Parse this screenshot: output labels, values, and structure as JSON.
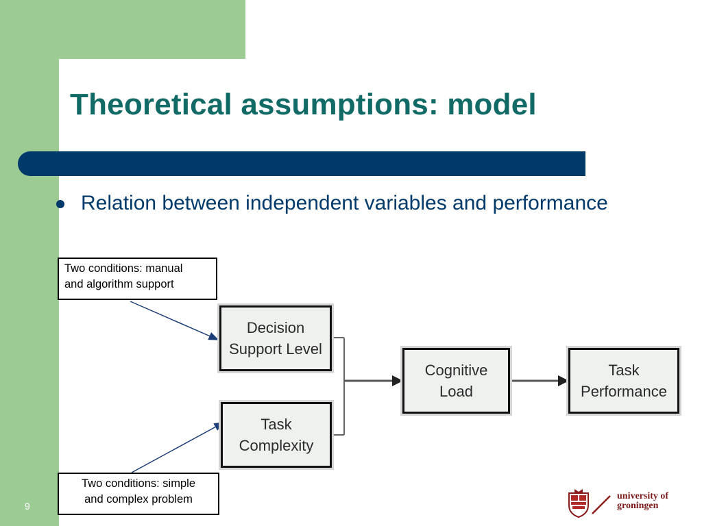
{
  "slide": {
    "title": "Theoretical assumptions: model",
    "bullet": "Relation between independent variables and performance",
    "page_number": "9"
  },
  "callouts": {
    "top": [
      "Two conditions: manual",
      "and algorithm support"
    ],
    "bottom": [
      "Two conditions: simple",
      "and complex problem"
    ]
  },
  "nodes": {
    "decision_support": [
      "Decision",
      "Support Level"
    ],
    "task_complexity": [
      "Task",
      "Complexity"
    ],
    "cognitive_load": [
      "Cognitive",
      "Load"
    ],
    "task_performance": [
      "Task",
      "Performance"
    ]
  },
  "logo": {
    "line1": "university of",
    "line2": "groningen",
    "color": "#7a1a1a"
  },
  "colors": {
    "accent_green": "#9ccc94",
    "title_teal": "#126a66",
    "navy": "#003a6a"
  }
}
